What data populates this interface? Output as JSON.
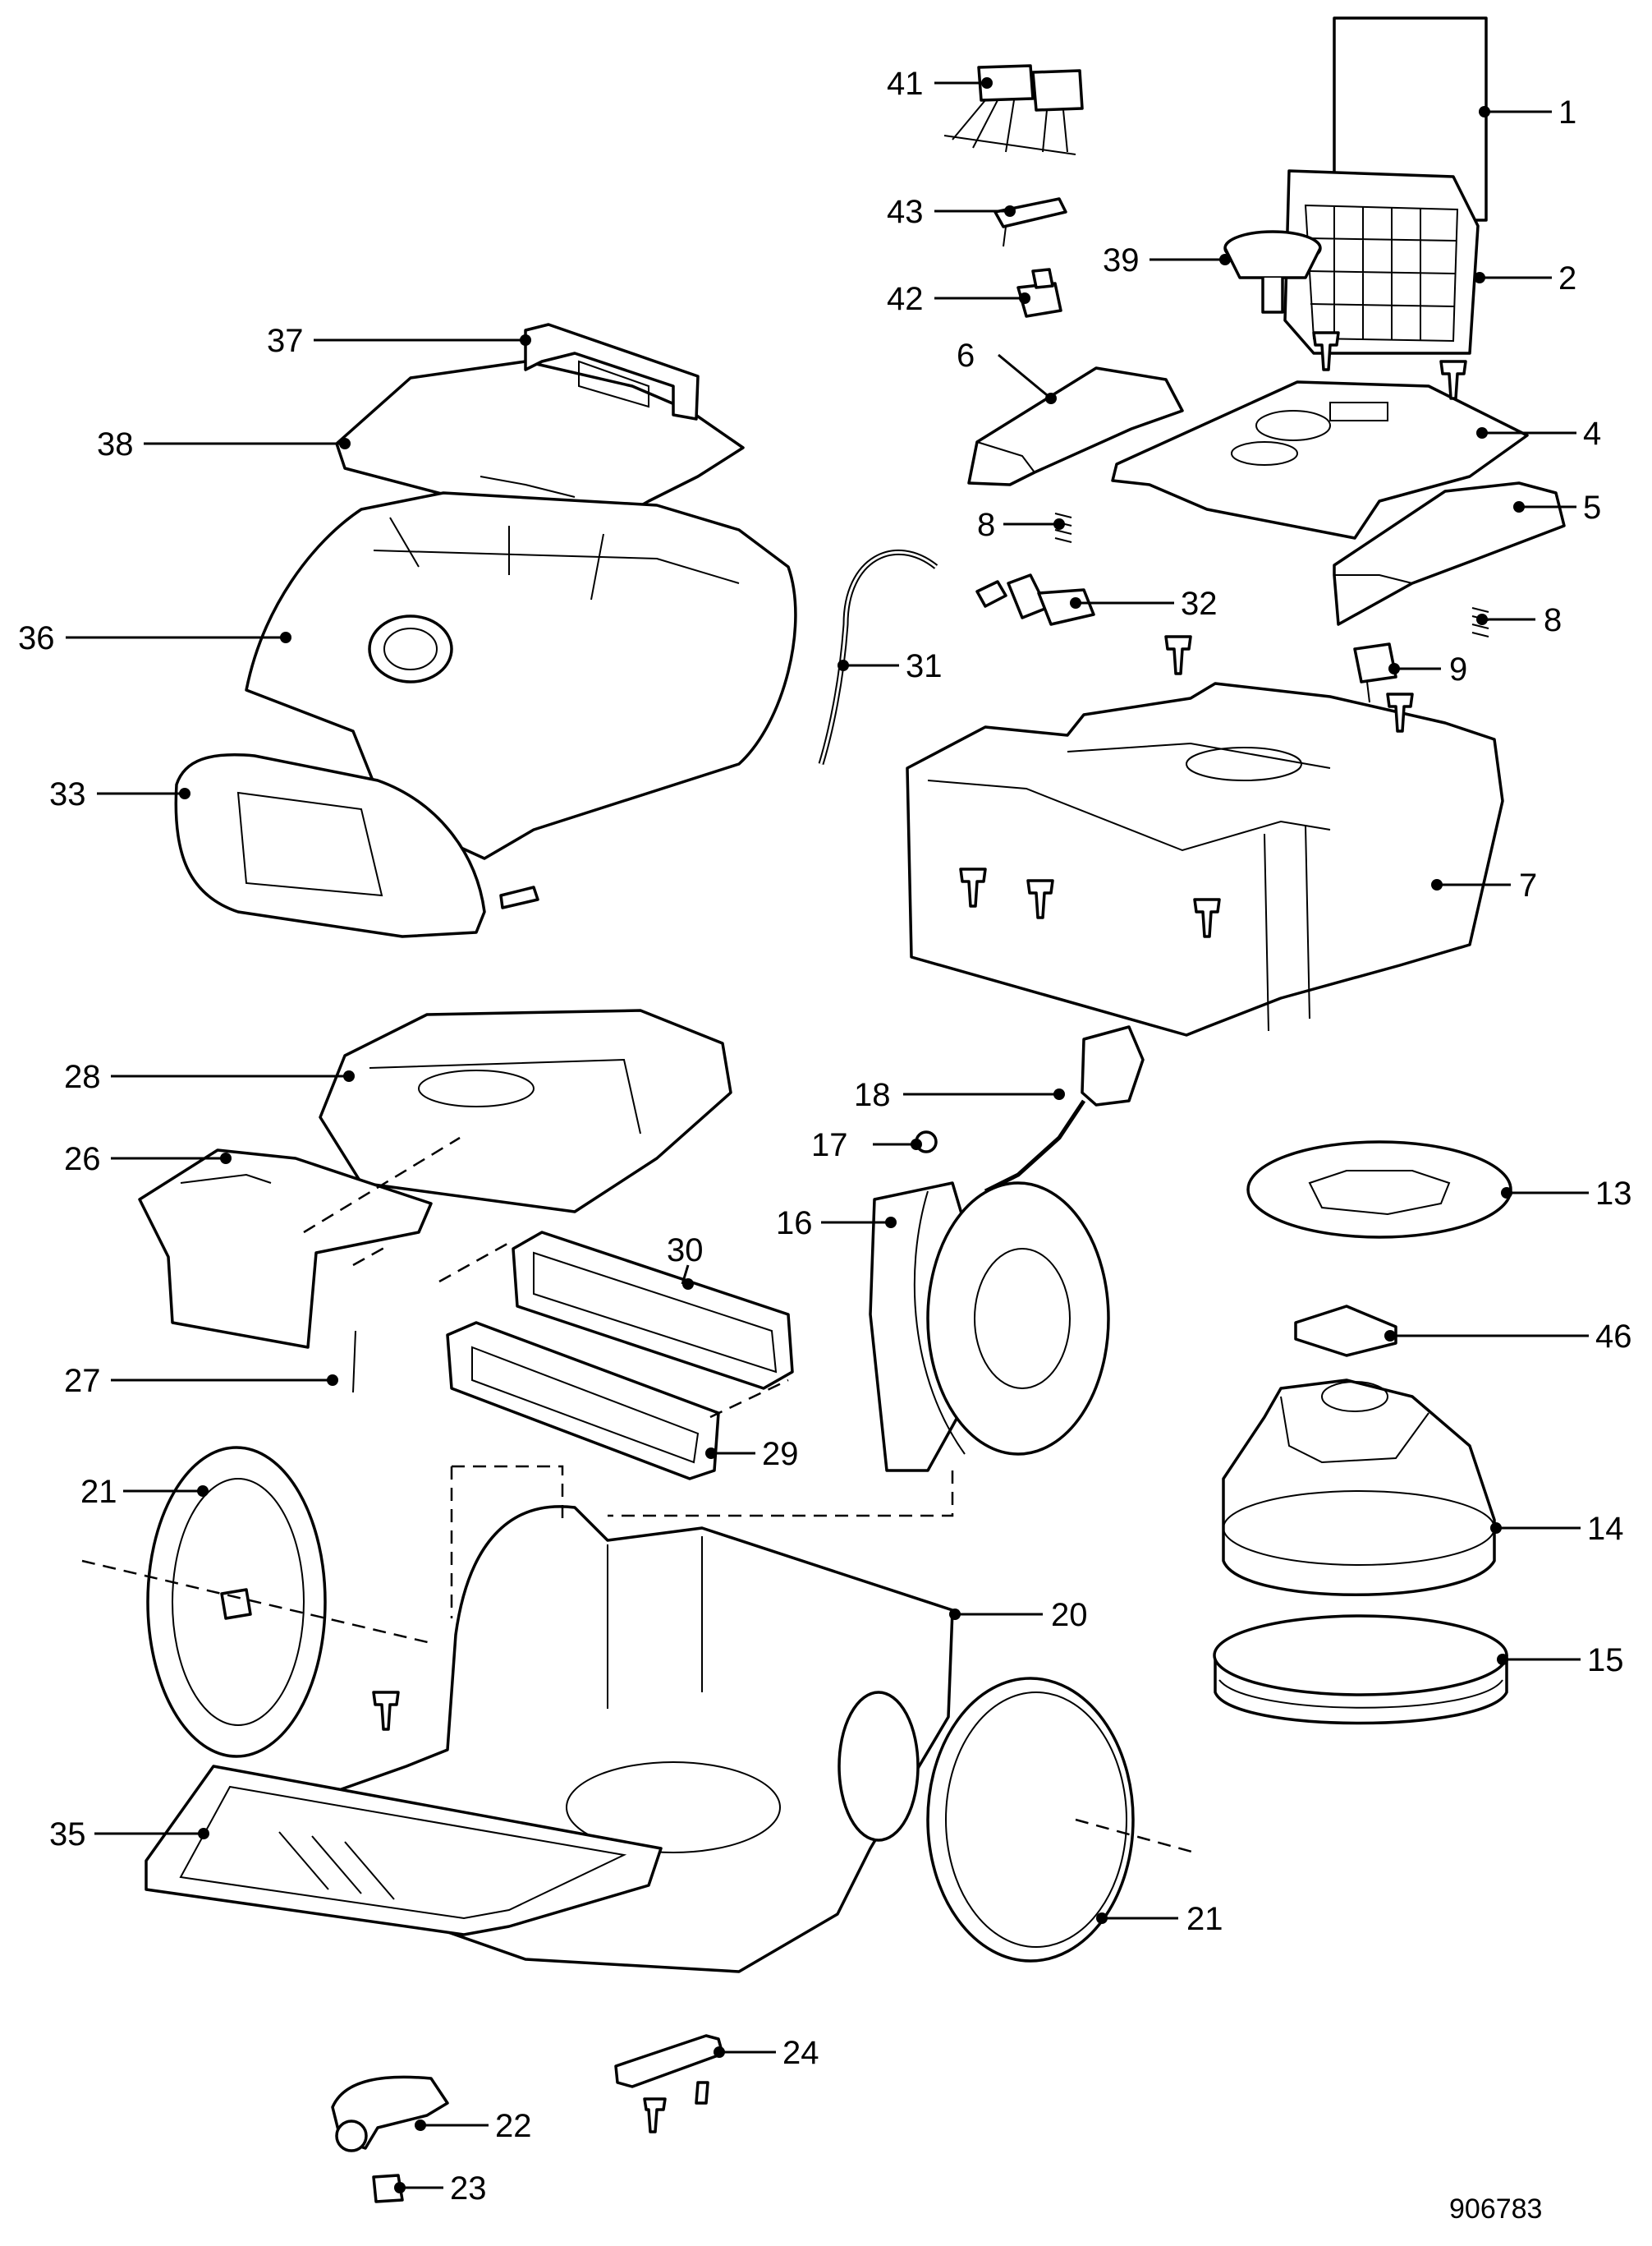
{
  "diagram": {
    "drawing_number": "906783",
    "callouts": [
      {
        "id": "c1",
        "number": "1"
      },
      {
        "id": "c2",
        "number": "2"
      },
      {
        "id": "c4",
        "number": "4"
      },
      {
        "id": "c5",
        "number": "5"
      },
      {
        "id": "c6",
        "number": "6"
      },
      {
        "id": "c7",
        "number": "7"
      },
      {
        "id": "c8a",
        "number": "8"
      },
      {
        "id": "c8b",
        "number": "8"
      },
      {
        "id": "c9",
        "number": "9"
      },
      {
        "id": "c13",
        "number": "13"
      },
      {
        "id": "c14",
        "number": "14"
      },
      {
        "id": "c15",
        "number": "15"
      },
      {
        "id": "c16",
        "number": "16"
      },
      {
        "id": "c17",
        "number": "17"
      },
      {
        "id": "c18",
        "number": "18"
      },
      {
        "id": "c20",
        "number": "20"
      },
      {
        "id": "c21a",
        "number": "21"
      },
      {
        "id": "c21b",
        "number": "21"
      },
      {
        "id": "c22",
        "number": "22"
      },
      {
        "id": "c23",
        "number": "23"
      },
      {
        "id": "c24",
        "number": "24"
      },
      {
        "id": "c26",
        "number": "26"
      },
      {
        "id": "c27",
        "number": "27"
      },
      {
        "id": "c28",
        "number": "28"
      },
      {
        "id": "c29",
        "number": "29"
      },
      {
        "id": "c30",
        "number": "30"
      },
      {
        "id": "c31",
        "number": "31"
      },
      {
        "id": "c32",
        "number": "32"
      },
      {
        "id": "c33",
        "number": "33"
      },
      {
        "id": "c35",
        "number": "35"
      },
      {
        "id": "c36",
        "number": "36"
      },
      {
        "id": "c37",
        "number": "37"
      },
      {
        "id": "c38",
        "number": "38"
      },
      {
        "id": "c39",
        "number": "39"
      },
      {
        "id": "c41",
        "number": "41"
      },
      {
        "id": "c42",
        "number": "42"
      },
      {
        "id": "c43",
        "number": "43"
      },
      {
        "id": "c46",
        "number": "46"
      }
    ]
  }
}
